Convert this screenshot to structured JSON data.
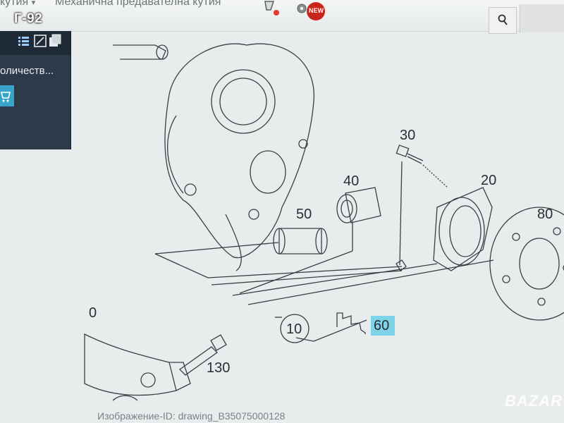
{
  "corner_label": "Г-92",
  "toolbar": {
    "menu_item_1": "кутия",
    "menu_item_1_arrow": "▾",
    "menu_item_2": "Механична предавателна кутия",
    "new_badge": "NEW"
  },
  "side_panel": {
    "quantity_label": "оличеств..."
  },
  "parts": {
    "p10": "10",
    "p20": "20",
    "p30": "30",
    "p40": "40",
    "p50": "50",
    "p60": "60",
    "p80": "80",
    "p130": "130",
    "p0": "0"
  },
  "caption": "Изображение-ID: drawing_B35075000128",
  "watermark": "BAZAR",
  "colors": {
    "topbar": "#eef0f0",
    "panel": "#2c3a4a",
    "highlight": "#7fd3e8",
    "line": "#3b3f44"
  }
}
